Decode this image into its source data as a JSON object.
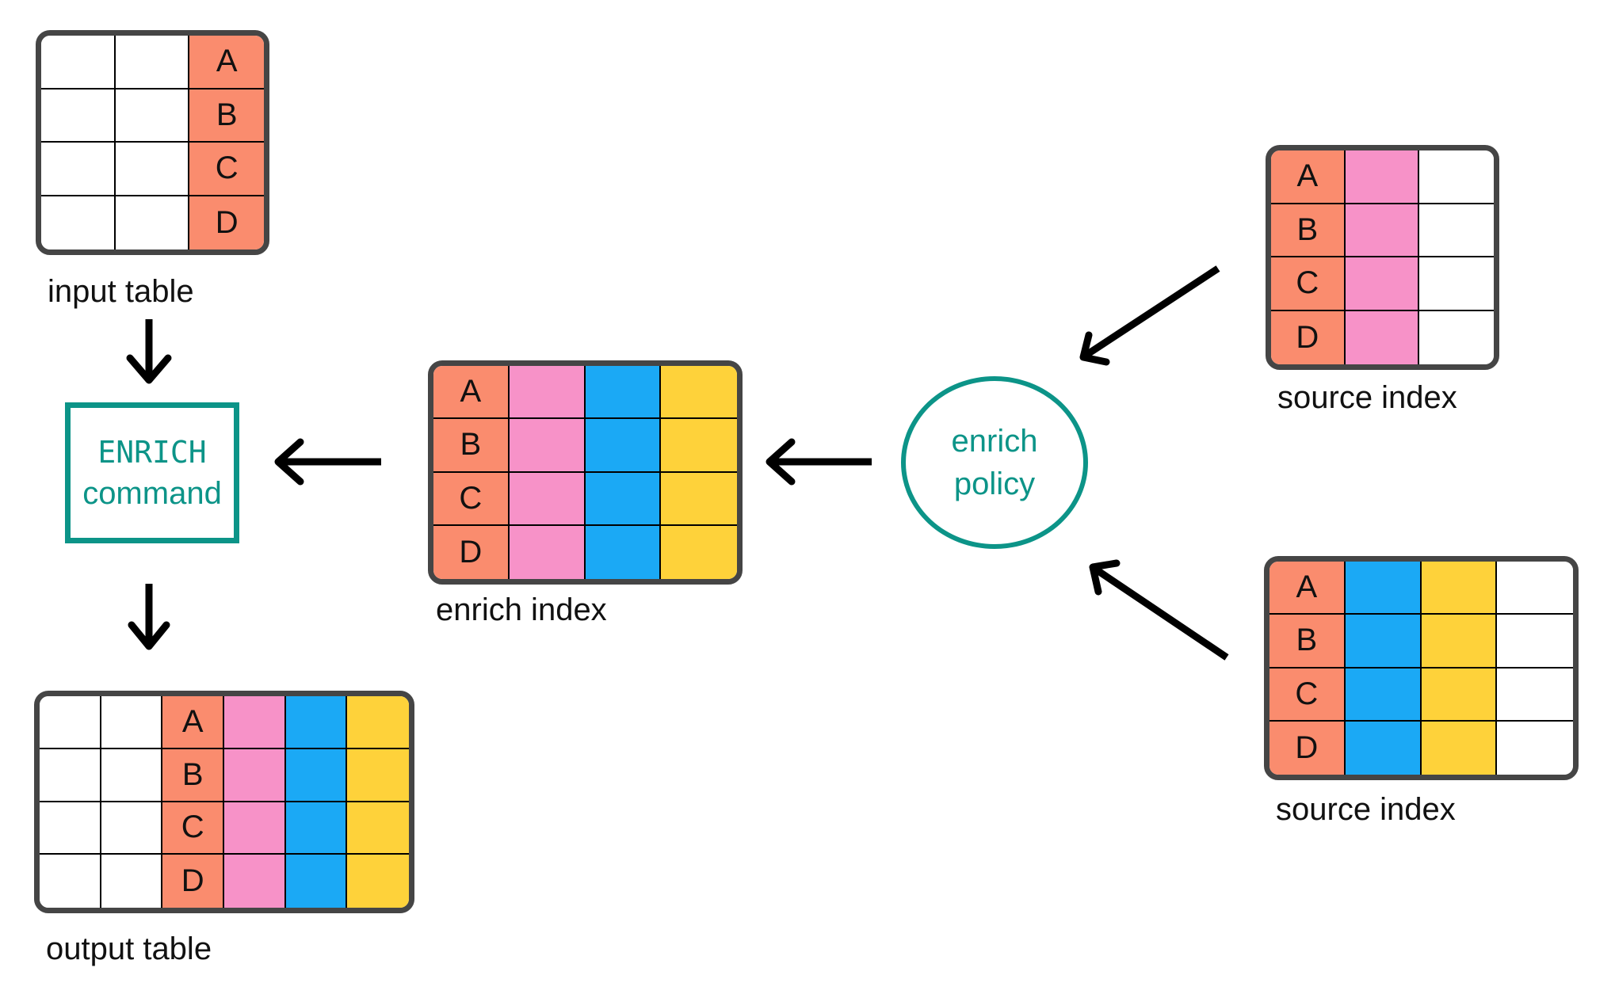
{
  "colors": {
    "white": "#FFFFFF",
    "salmon": "#FA8C6E",
    "pink": "#F792C8",
    "blue": "#1BA9F5",
    "yellow": "#FED23A",
    "teal": "#0C9488",
    "table_border": "#454545",
    "grid_line": "#000000",
    "arrow": "#000000",
    "text": "#111111"
  },
  "row_letters": [
    "A",
    "B",
    "C",
    "D"
  ],
  "nodes": {
    "input_table": {
      "label": "input table",
      "rows": 4,
      "columns": [
        {
          "fill": "white",
          "letters": false
        },
        {
          "fill": "white",
          "letters": false
        },
        {
          "fill": "salmon",
          "letters": true
        }
      ]
    },
    "enrich_command": {
      "line1": "ENRICH",
      "line2": "command"
    },
    "output_table": {
      "label": "output table",
      "rows": 4,
      "columns": [
        {
          "fill": "white",
          "letters": false
        },
        {
          "fill": "white",
          "letters": false
        },
        {
          "fill": "salmon",
          "letters": true
        },
        {
          "fill": "pink",
          "letters": false
        },
        {
          "fill": "blue",
          "letters": false
        },
        {
          "fill": "yellow",
          "letters": false
        }
      ]
    },
    "enrich_index": {
      "label": "enrich index",
      "rows": 4,
      "columns": [
        {
          "fill": "salmon",
          "letters": true
        },
        {
          "fill": "pink",
          "letters": false
        },
        {
          "fill": "blue",
          "letters": false
        },
        {
          "fill": "yellow",
          "letters": false
        }
      ]
    },
    "enrich_policy": {
      "line1": "enrich",
      "line2": "policy"
    },
    "source_index_top": {
      "label": "source index",
      "rows": 4,
      "columns": [
        {
          "fill": "salmon",
          "letters": true
        },
        {
          "fill": "pink",
          "letters": false
        },
        {
          "fill": "white",
          "letters": false
        }
      ]
    },
    "source_index_bottom": {
      "label": "source index",
      "rows": 4,
      "columns": [
        {
          "fill": "salmon",
          "letters": true
        },
        {
          "fill": "blue",
          "letters": false
        },
        {
          "fill": "yellow",
          "letters": false
        },
        {
          "fill": "white",
          "letters": false
        }
      ]
    }
  },
  "arrows": [
    {
      "name": "arrow-input-table-to-enrich-command",
      "direction": "down"
    },
    {
      "name": "arrow-enrich-command-to-output-table",
      "direction": "down"
    },
    {
      "name": "arrow-enrich-index-to-enrich-command",
      "direction": "left"
    },
    {
      "name": "arrow-enrich-policy-to-enrich-index",
      "direction": "left"
    },
    {
      "name": "arrow-source-index-top-to-enrich-policy",
      "direction": "down-left"
    },
    {
      "name": "arrow-source-index-bottom-to-enrich-policy",
      "direction": "up-left"
    }
  ]
}
